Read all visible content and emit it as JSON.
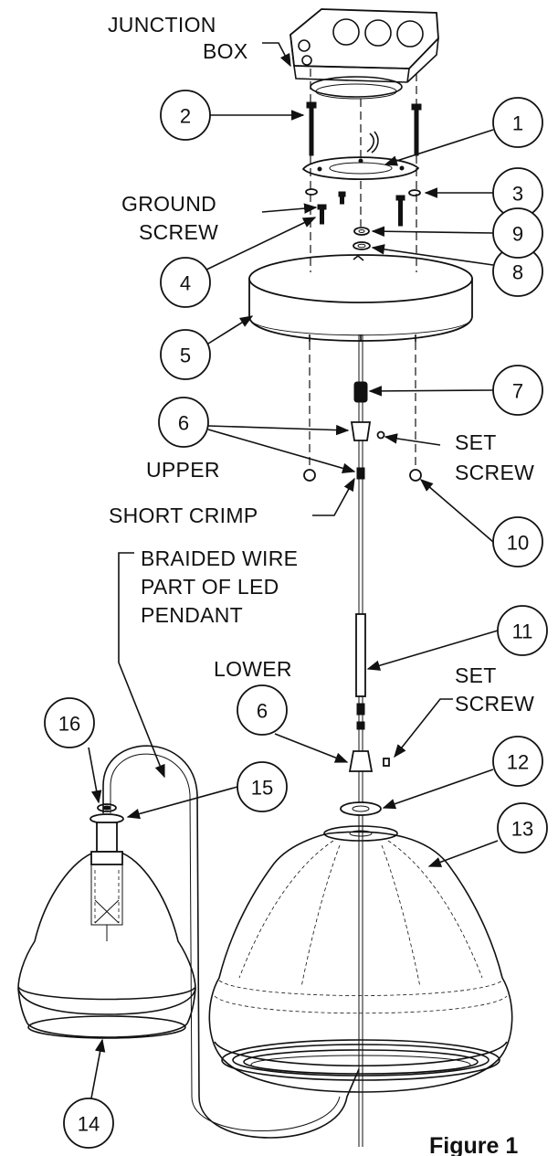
{
  "labels": {
    "junction_box_line1": "JUNCTION",
    "junction_box_line2": "BOX",
    "ground_screw_line1": "GROUND",
    "ground_screw_line2": "SCREW",
    "upper": "UPPER",
    "set_screw_upper_line1": "SET",
    "set_screw_upper_line2": "SCREW",
    "short_crimp": "SHORT CRIMP",
    "braided_line1": "BRAIDED WIRE",
    "braided_line2": "PART OF LED",
    "braided_line3": "PENDANT",
    "lower": "LOWER",
    "set_screw_lower_line1": "SET",
    "set_screw_lower_line2": "SCREW",
    "figure_title": "Figure 1"
  },
  "callouts": [
    "1",
    "2",
    "3",
    "4",
    "5",
    "6",
    "7",
    "8",
    "9",
    "10",
    "11",
    "6",
    "12",
    "13",
    "14",
    "15",
    "16"
  ]
}
